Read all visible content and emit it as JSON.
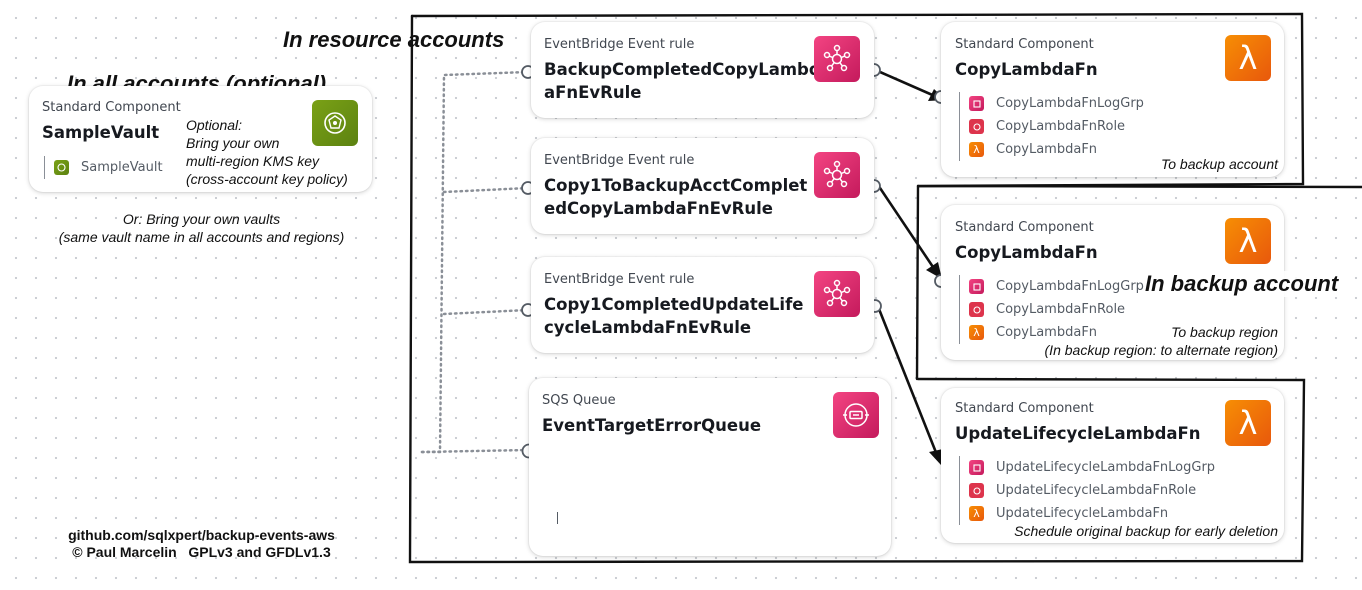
{
  "headings": {
    "all_accounts": "In all accounts (optional)",
    "resource_accounts": "In resource accounts",
    "backup_account": "In backup account"
  },
  "sample_vault": {
    "type": "Standard Component",
    "name": "SampleVault",
    "note": [
      "Optional:",
      "Bring your own",
      "multi-region KMS key",
      "(cross-account key policy)"
    ],
    "resource": "SampleVault",
    "icon": "vault-icon"
  },
  "vault_alt_note": [
    "Or: Bring your own vaults",
    "(same vault name in all accounts and regions)"
  ],
  "credits": {
    "repo": "github.com/sqlxpert/backup-events-aws",
    "license": "© Paul Marcelin   GPLv3 and GFDLv1.3"
  },
  "rules": [
    {
      "type": "EventBridge Event rule",
      "name": [
        "BackupCompletedCopyLambd",
        "aFnEvRule"
      ],
      "icon": "eventbridge-icon"
    },
    {
      "type": "EventBridge Event rule",
      "name": [
        "Copy1ToBackupAcctComplet",
        "edCopyLambdaFnEvRule"
      ],
      "icon": "eventbridge-icon"
    },
    {
      "type": "EventBridge Event rule",
      "name": [
        "Copy1CompletedUpdateLife",
        "cycleLambdaFnEvRule"
      ],
      "icon": "eventbridge-icon"
    }
  ],
  "queue": {
    "type": "SQS Queue",
    "name": "EventTargetErrorQueue",
    "icon": "sqs-icon"
  },
  "functions": [
    {
      "type": "Standard Component",
      "name": "CopyLambdaFn",
      "resources": [
        "CopyLambdaFnLogGrp",
        "CopyLambdaFnRole",
        "CopyLambdaFn"
      ],
      "notes": [
        "To backup account"
      ]
    },
    {
      "type": "Standard Component",
      "name": "CopyLambdaFn",
      "resources": [
        "CopyLambdaFnLogGrp",
        "CopyLambdaFnRole",
        "CopyLambdaFn"
      ],
      "notes": [
        "To backup region",
        "(In backup region: to alternate region)"
      ]
    },
    {
      "type": "Standard Component",
      "name": "UpdateLifecycleLambdaFn",
      "resources": [
        "UpdateLifecycleLambdaFnLogGrp",
        "UpdateLifecycleLambdaFnRole",
        "UpdateLifecycleLambdaFn"
      ],
      "notes": [
        "Schedule original backup for early deletion"
      ]
    }
  ],
  "colors": {
    "eventbridge": "#e7157b",
    "lambda": "#ed7100",
    "vault": "#7aa116",
    "sqs": "#e7157b"
  }
}
